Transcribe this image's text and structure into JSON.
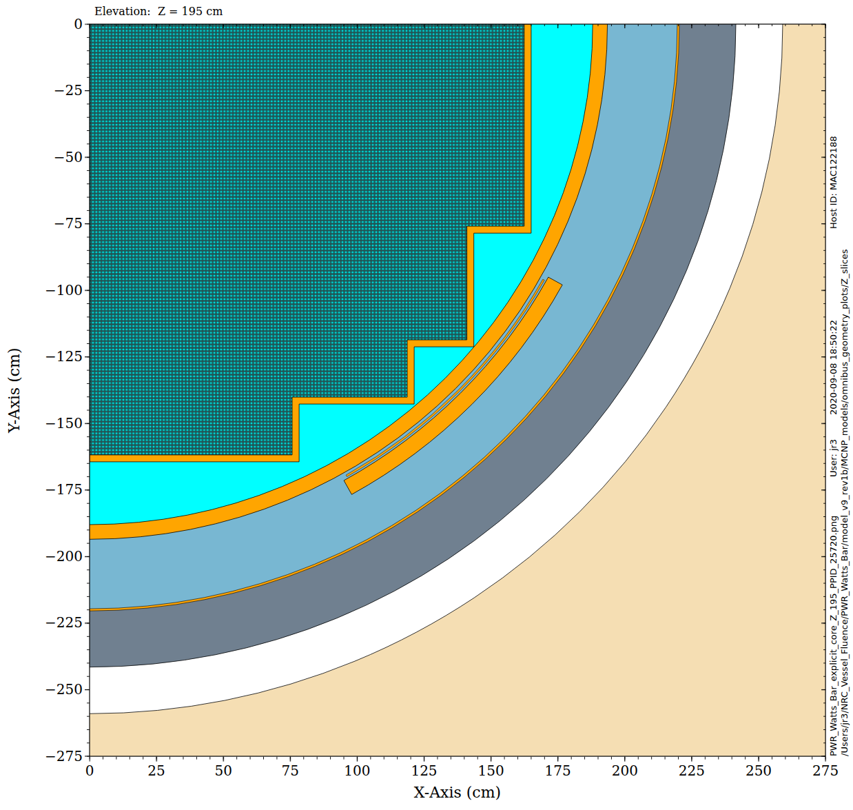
{
  "diagram": {
    "title": "Elevation:  Z = 195 cm",
    "labels": [
      "0",
      "25",
      "50",
      "75",
      "100",
      "125",
      "150",
      "175",
      "200",
      "225",
      "250",
      "275",
      "0",
      "−25",
      "−50",
      "−75",
      "−100",
      "−125",
      "−150",
      "−175",
      "−200",
      "−225",
      "−250",
      "−275",
      "X-Axis (cm)",
      "Y-Axis (cm)",
      "PWR_Watts_Bar_explicit_core_Z_195_PPID_25720.png",
      "User: jr3",
      "2020-09-08 18:50:22",
      "Host ID: MAC122188",
      "/Users/jr3/NRC_Vessel_Fluence/PWR_Watts_Bar/model_v9_rev1b/MCNP_models/omnibus_geometry_plots/Z_slices"
    ]
  }
}
